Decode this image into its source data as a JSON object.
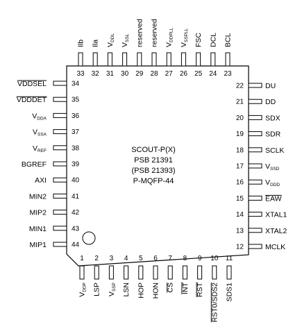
{
  "chip": {
    "lines": [
      "SCOUT-P(X)",
      "PSB 21391",
      "(PSB 21393)",
      "P-MQFP-44"
    ]
  },
  "pins": {
    "bottom": [
      {
        "num": "1",
        "parts": [
          {
            "t": "V"
          },
          {
            "t": "DDP",
            "sub": true
          }
        ]
      },
      {
        "num": "2",
        "parts": [
          {
            "t": "LSP"
          }
        ]
      },
      {
        "num": "3",
        "parts": [
          {
            "t": "V"
          },
          {
            "t": "SSP",
            "sub": true
          }
        ]
      },
      {
        "num": "4",
        "parts": [
          {
            "t": "LSN"
          }
        ]
      },
      {
        "num": "5",
        "parts": [
          {
            "t": "HOP"
          }
        ]
      },
      {
        "num": "6",
        "parts": [
          {
            "t": "HON"
          }
        ]
      },
      {
        "num": "7",
        "parts": [
          {
            "t": "CS"
          }
        ],
        "overline": true
      },
      {
        "num": "8",
        "parts": [
          {
            "t": "INT"
          }
        ],
        "overline": true
      },
      {
        "num": "9",
        "parts": [
          {
            "t": "RST"
          }
        ],
        "overline": true
      },
      {
        "num": "10",
        "parts": [
          {
            "t": "RST0/SDS2"
          }
        ],
        "overline": true
      },
      {
        "num": "11",
        "parts": [
          {
            "t": "SDS1"
          }
        ]
      }
    ],
    "right": [
      {
        "num": "12",
        "parts": [
          {
            "t": "MCLK"
          }
        ]
      },
      {
        "num": "13",
        "parts": [
          {
            "t": "XTAL2"
          }
        ]
      },
      {
        "num": "14",
        "parts": [
          {
            "t": "XTAL1"
          }
        ]
      },
      {
        "num": "15",
        "parts": [
          {
            "t": "EAW"
          }
        ],
        "overline": true
      },
      {
        "num": "16",
        "parts": [
          {
            "t": "V"
          },
          {
            "t": "DDD",
            "sub": true
          }
        ]
      },
      {
        "num": "17",
        "parts": [
          {
            "t": "V"
          },
          {
            "t": "SSD",
            "sub": true
          }
        ]
      },
      {
        "num": "18",
        "parts": [
          {
            "t": "SCLK"
          }
        ]
      },
      {
        "num": "19",
        "parts": [
          {
            "t": "SDR"
          }
        ]
      },
      {
        "num": "20",
        "parts": [
          {
            "t": "SDX"
          }
        ]
      },
      {
        "num": "21",
        "parts": [
          {
            "t": "DD"
          }
        ]
      },
      {
        "num": "22",
        "parts": [
          {
            "t": "DU"
          }
        ]
      }
    ],
    "top": [
      {
        "num": "23",
        "parts": [
          {
            "t": "BCL"
          }
        ]
      },
      {
        "num": "24",
        "parts": [
          {
            "t": "DCL"
          }
        ]
      },
      {
        "num": "25",
        "parts": [
          {
            "t": "FSC"
          }
        ]
      },
      {
        "num": "26",
        "parts": [
          {
            "t": "V"
          },
          {
            "t": "SSPLL",
            "sub": true
          }
        ]
      },
      {
        "num": "27",
        "parts": [
          {
            "t": "V"
          },
          {
            "t": "DDPLL",
            "sub": true
          }
        ]
      },
      {
        "num": "28",
        "parts": [
          {
            "t": "reserved"
          }
        ]
      },
      {
        "num": "29",
        "parts": [
          {
            "t": "reserved"
          }
        ]
      },
      {
        "num": "30",
        "parts": [
          {
            "t": "V"
          },
          {
            "t": "SSL",
            "sub": true
          }
        ]
      },
      {
        "num": "31",
        "parts": [
          {
            "t": "V"
          },
          {
            "t": "DDL",
            "sub": true
          }
        ]
      },
      {
        "num": "32",
        "parts": [
          {
            "t": "Ila"
          }
        ]
      },
      {
        "num": "33",
        "parts": [
          {
            "t": "Ilb"
          }
        ]
      }
    ],
    "left": [
      {
        "num": "34",
        "parts": [
          {
            "t": "VDDSEL"
          }
        ],
        "overline": true
      },
      {
        "num": "35",
        "parts": [
          {
            "t": "VDDDET"
          }
        ],
        "overline": true
      },
      {
        "num": "36",
        "parts": [
          {
            "t": "V"
          },
          {
            "t": "DDA",
            "sub": true
          }
        ]
      },
      {
        "num": "37",
        "parts": [
          {
            "t": "V"
          },
          {
            "t": "SSA",
            "sub": true
          }
        ]
      },
      {
        "num": "38",
        "parts": [
          {
            "t": "V"
          },
          {
            "t": "REF",
            "sub": true
          }
        ]
      },
      {
        "num": "39",
        "parts": [
          {
            "t": "BGREF"
          }
        ]
      },
      {
        "num": "40",
        "parts": [
          {
            "t": "AXI"
          }
        ]
      },
      {
        "num": "41",
        "parts": [
          {
            "t": "MIN2"
          }
        ]
      },
      {
        "num": "42",
        "parts": [
          {
            "t": "MIP2"
          }
        ]
      },
      {
        "num": "43",
        "parts": [
          {
            "t": "MIN1"
          }
        ]
      },
      {
        "num": "44",
        "parts": [
          {
            "t": "MIP1"
          }
        ]
      }
    ]
  }
}
